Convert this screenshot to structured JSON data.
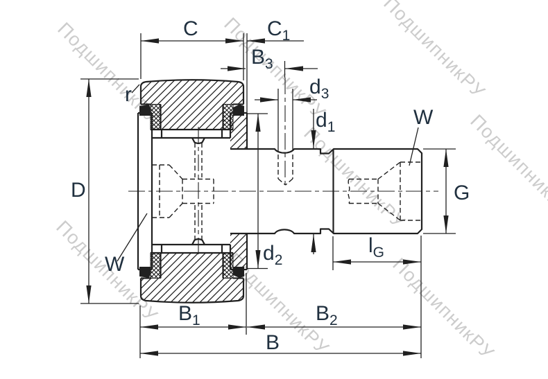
{
  "colors": {
    "line": "#202020",
    "label": "#20303f",
    "watermark": "#ababab",
    "background": "#ffffff"
  },
  "watermark": {
    "text": "ПодшипникРУ"
  },
  "labels": {
    "C": "C",
    "C1": {
      "main": "C",
      "sub": "1"
    },
    "B3": {
      "main": "B",
      "sub": "3"
    },
    "d3": {
      "main": "d",
      "sub": "3"
    },
    "d1": {
      "main": "d",
      "sub": "1"
    },
    "d2": {
      "main": "d",
      "sub": "2"
    },
    "lG": {
      "main": "l",
      "sub": "G"
    },
    "B1": {
      "main": "B",
      "sub": "1"
    },
    "B2": {
      "main": "B",
      "sub": "2"
    },
    "B": "B",
    "D": "D",
    "G": "G",
    "r": "r",
    "W_left": "W",
    "W_right": "W"
  }
}
